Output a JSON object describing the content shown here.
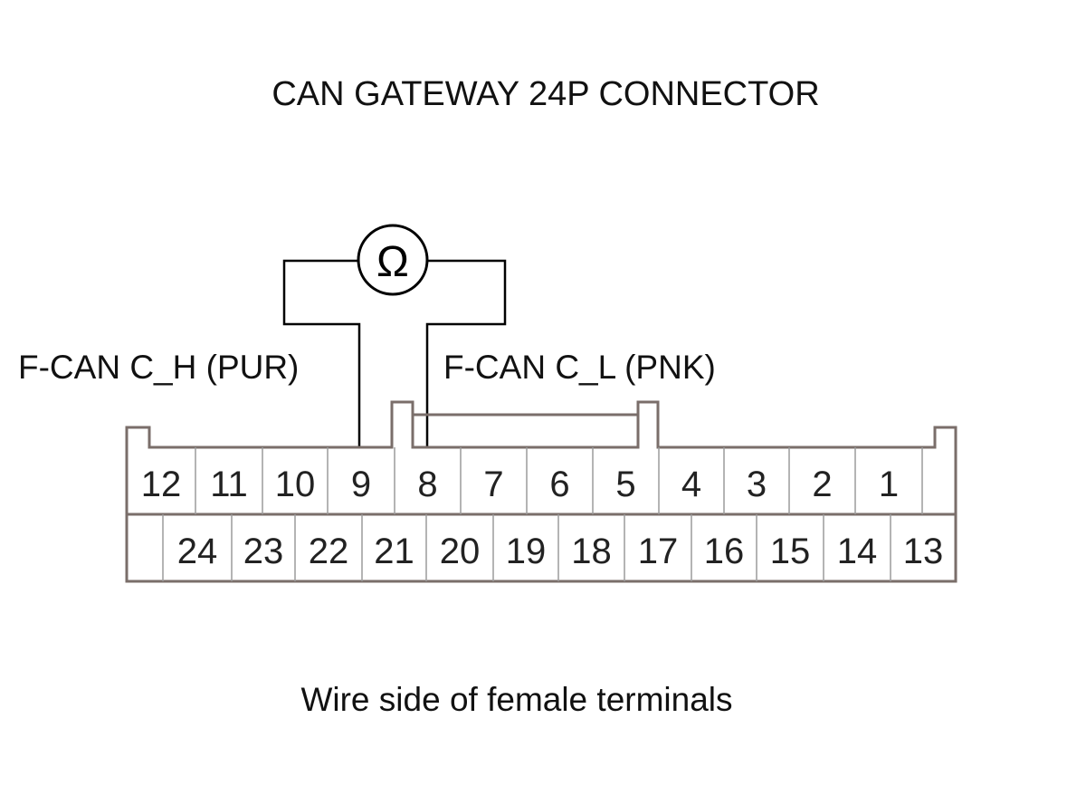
{
  "diagram": {
    "title": "CAN GATEWAY 24P CONNECTOR",
    "caption": "Wire side of female terminals",
    "meter": {
      "symbol": "Ω",
      "icon": "ohmmeter-icon"
    },
    "probes": [
      {
        "label": "F-CAN C_H (PUR)",
        "terminal": "9"
      },
      {
        "label": "F-CAN C_L (PNK)",
        "terminal": "8"
      }
    ],
    "connector": {
      "top_row": [
        "12",
        "11",
        "10",
        "9",
        "8",
        "7",
        "6",
        "5",
        "4",
        "3",
        "2",
        "1"
      ],
      "bottom_row": [
        "24",
        "23",
        "22",
        "21",
        "20",
        "19",
        "18",
        "17",
        "16",
        "15",
        "14",
        "13"
      ]
    },
    "colors": {
      "line": "#000000",
      "shell": "#7a6e6a",
      "cell_divider": "#9a9a9a"
    }
  }
}
